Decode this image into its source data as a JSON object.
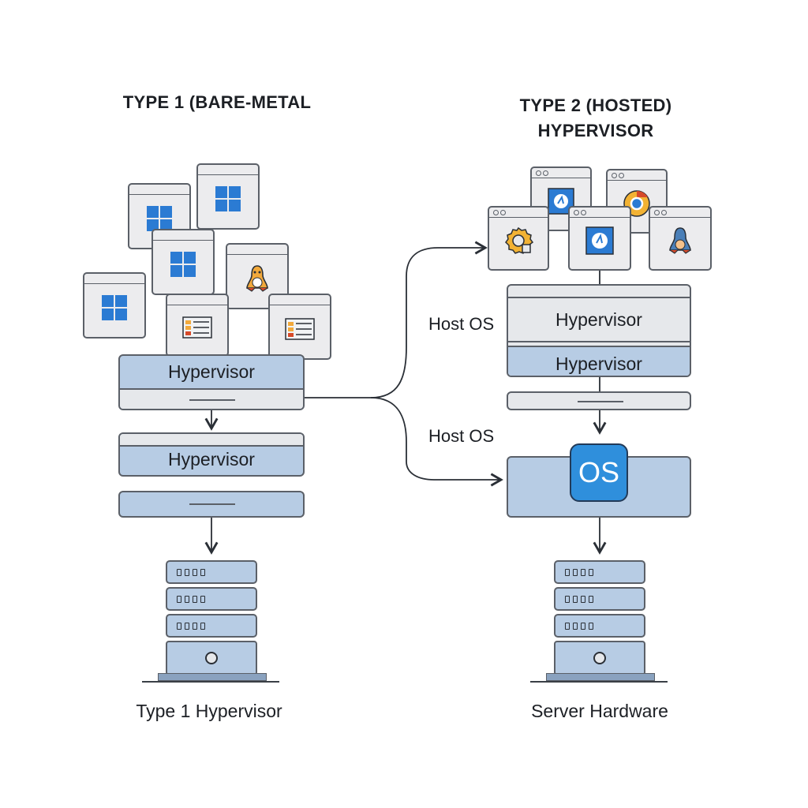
{
  "left": {
    "title": "TYPE 1 (BARE-METAL",
    "layer1": "Hypervisor",
    "layer2": "Hypervisor",
    "caption": "Type 1 Hypervisor",
    "vm_icons": [
      "windows-icon",
      "windows-icon",
      "windows-icon",
      "windows-icon",
      "linux-tux-icon",
      "app-window-icon",
      "app-window-icon"
    ]
  },
  "right": {
    "title_line1": "TYPE 2 (HOSTED)",
    "title_line2": "HYPERVISOR",
    "host_os_label_top": "Host OS",
    "host_os_label_bottom": "Host OS",
    "layer_upper": "Hypervisor",
    "layer_lower": "Hypervisor",
    "os_badge": "OS",
    "caption": "Server Hardware",
    "vm_icons": [
      "app-logo-icon",
      "chrome-logo-icon",
      "gear-icon",
      "app-logo-icon",
      "linux-tux-icon"
    ]
  },
  "colors": {
    "layer_blue": "#b7cce4",
    "layer_light": "#e6e8eb",
    "os_blue": "#2f8fdc",
    "outline": "#5b6068"
  }
}
